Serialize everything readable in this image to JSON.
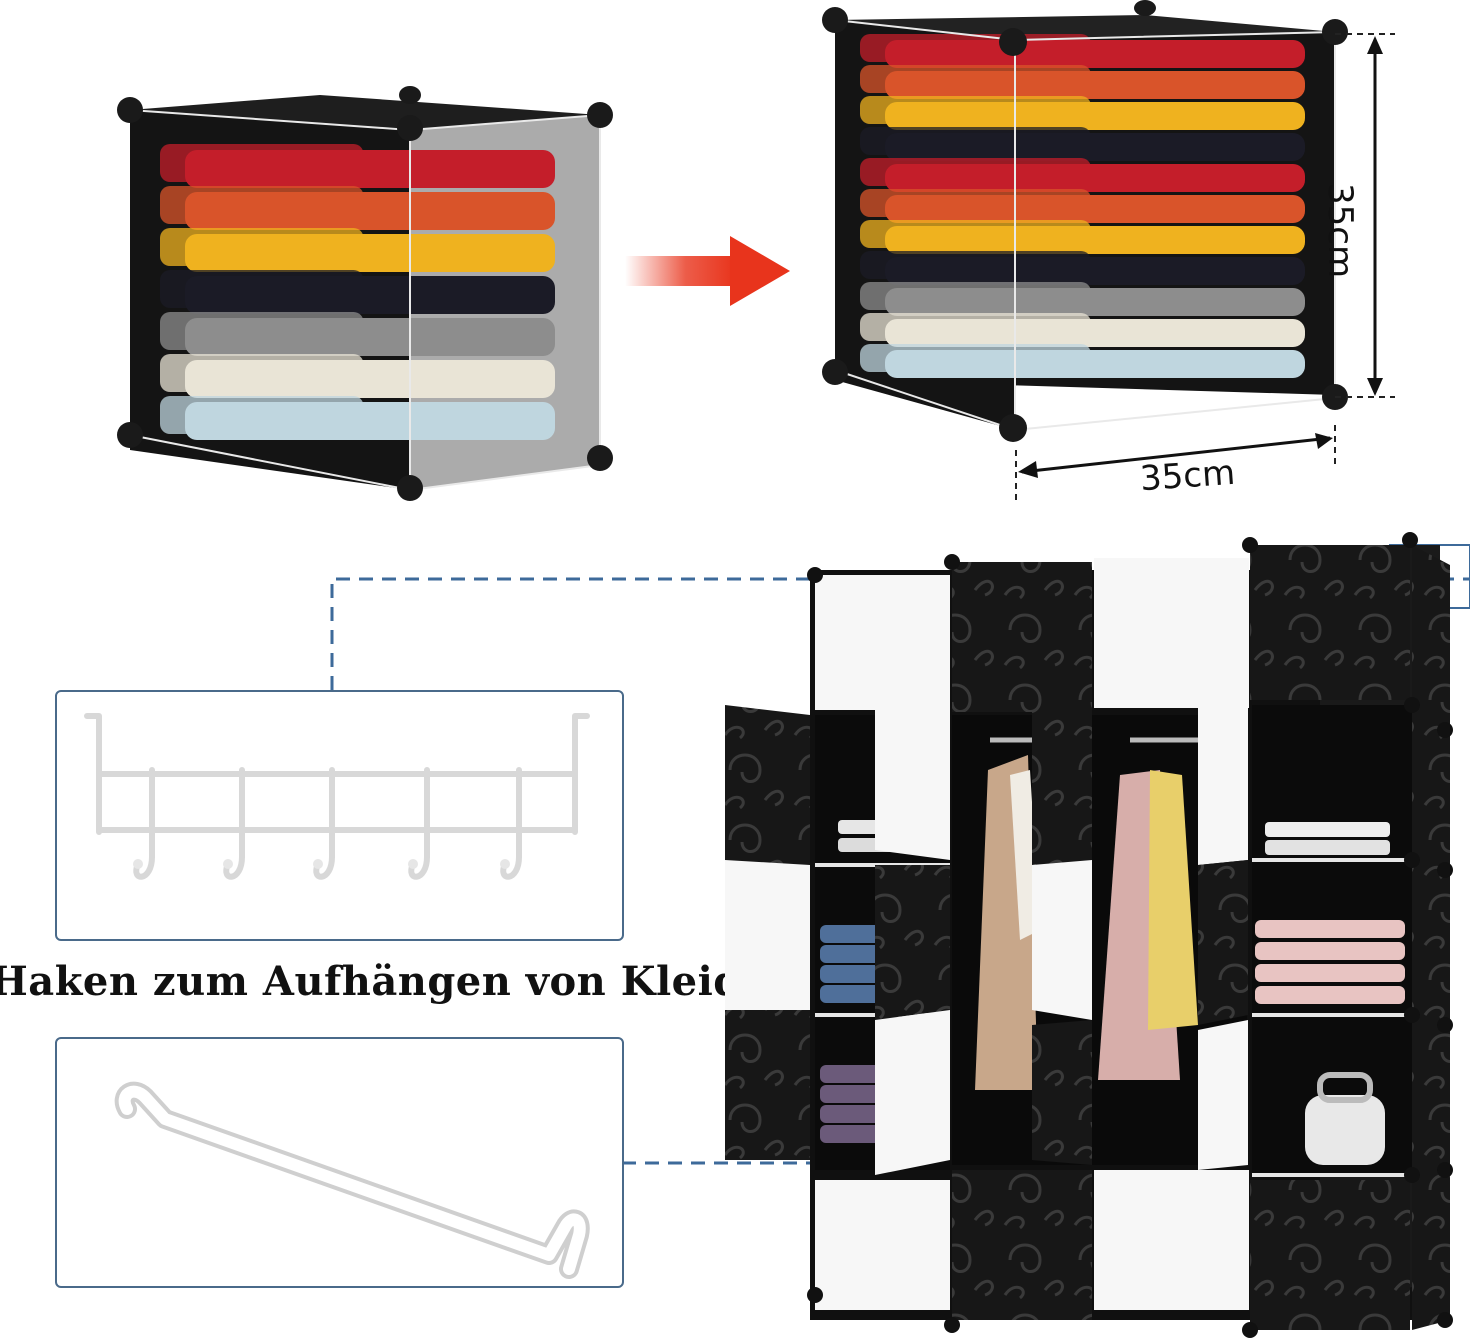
{
  "caption": "Haken zum Aufhängen von Kleidung",
  "dimensions": {
    "height_label": "35cm",
    "width_label": "35cm"
  },
  "colors": {
    "cube_black": "#141414",
    "panel_white": "#f7f7f7",
    "dashed_line": "#3d6a9a",
    "arrow_red": "#e8341c",
    "callout_border": "#4a6a8a"
  },
  "clothing_colors_small": [
    "#c41e2a",
    "#d9542a",
    "#efb21f",
    "#1b1b26",
    "#8d8d8d",
    "#e9e4d6",
    "#bfd6df"
  ],
  "clothing_colors_large": [
    "#c41e2a",
    "#d9542a",
    "#efb21f",
    "#1b1b26",
    "#c41e2a",
    "#d9542a",
    "#efb21f",
    "#1b1b26",
    "#8d8d8d",
    "#e9e4d6",
    "#bfd6df"
  ],
  "icons": {
    "arrow": "arrow-right-icon",
    "hook_rack": "door-hook-rack-icon",
    "hanging_rod": "hanging-rod-icon"
  }
}
